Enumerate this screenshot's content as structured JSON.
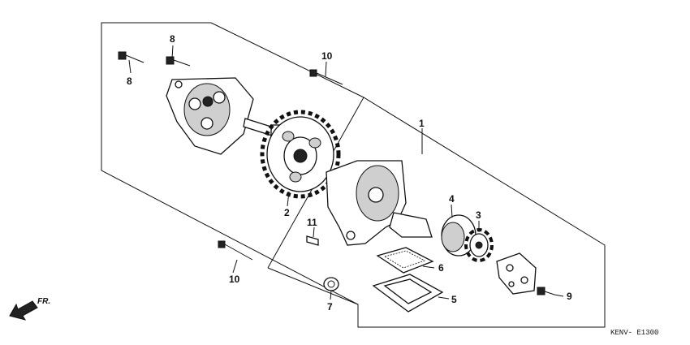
{
  "diagram": {
    "drawing_code": "KENV- E1300",
    "direction_label": "FR.",
    "callouts": {
      "gear": "2",
      "assembly": "1",
      "inner_rotor": "3",
      "outer_rotor": "4",
      "gasket": "5",
      "strainer": "6",
      "washer": "7",
      "bolt_top_a": "8",
      "bolt_top_b": "8",
      "bolt_right": "9",
      "bolt_top_c": "10",
      "bolt_bottom": "10",
      "pin": "11"
    }
  }
}
